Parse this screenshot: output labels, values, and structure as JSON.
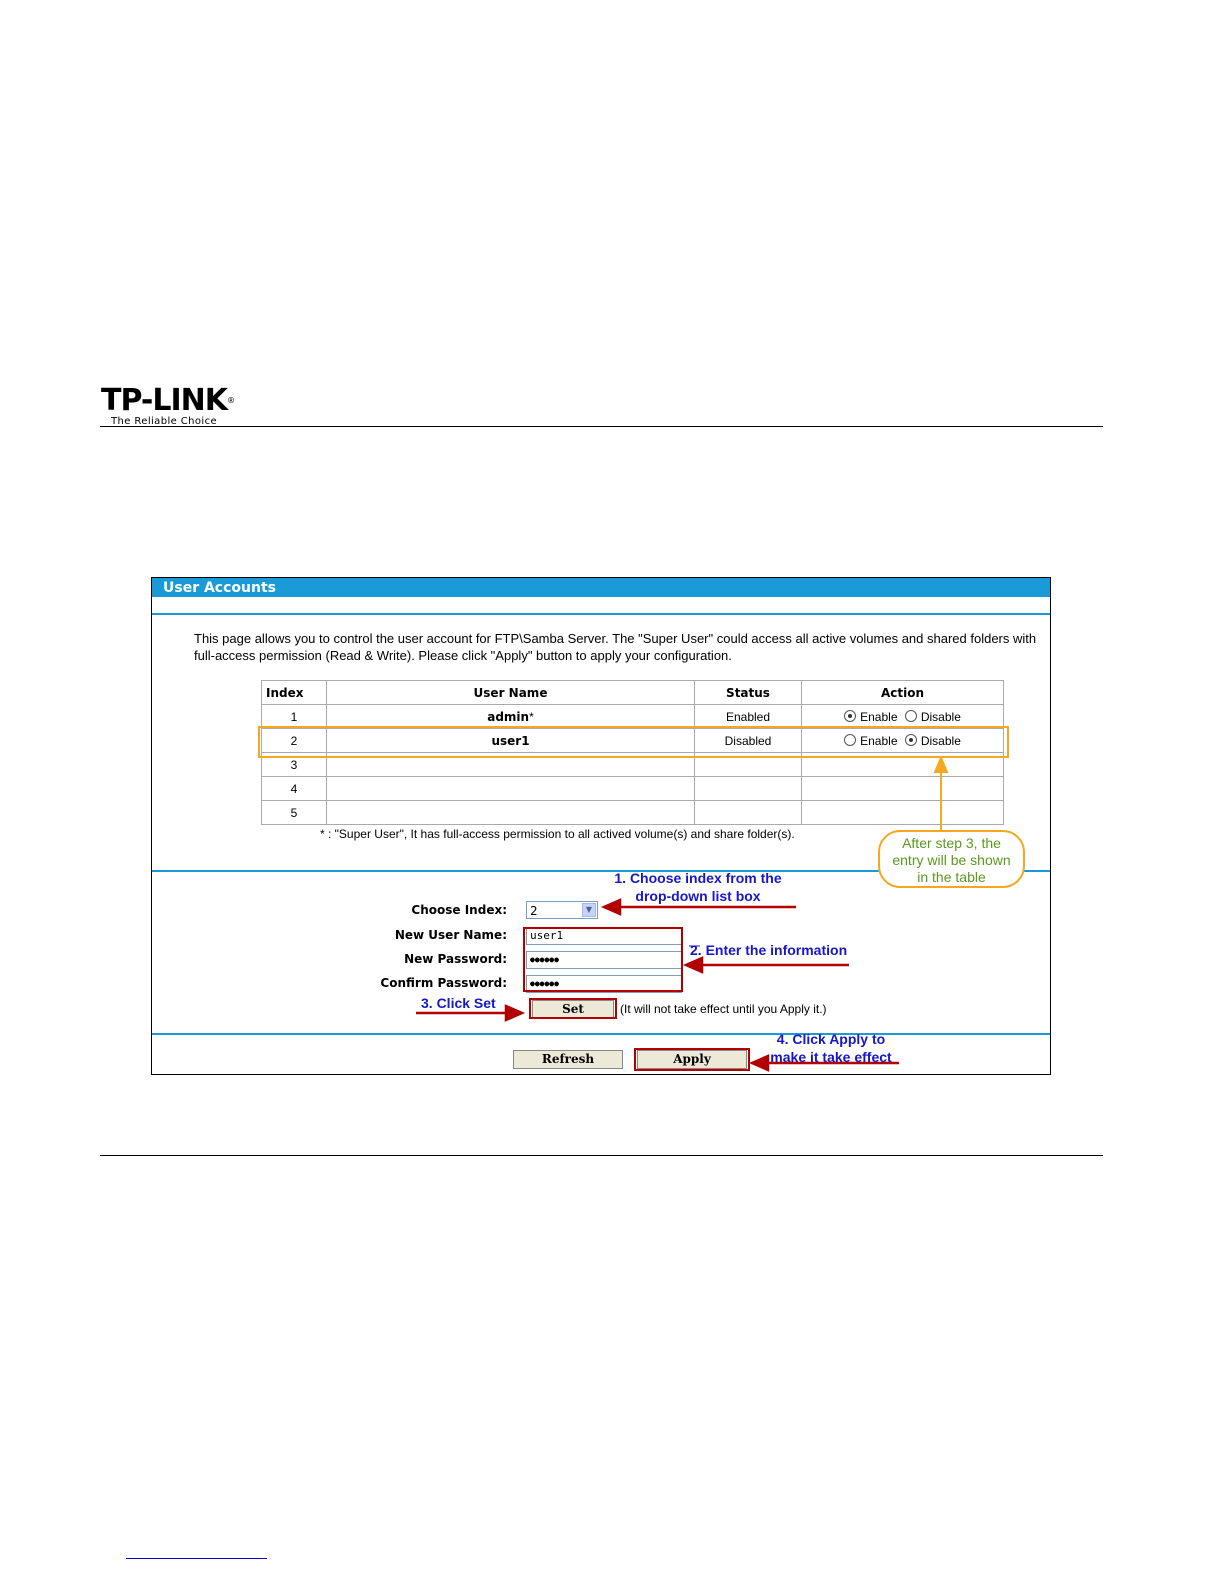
{
  "doc": {
    "logo_brand": "TP-LINK",
    "logo_registered": "®",
    "logo_tagline": "The Reliable Choice"
  },
  "panel": {
    "title": "User Accounts",
    "description": "This page allows you to control the user account for FTP\\Samba Server. The \"Super User\" could access all active volumes and shared folders with full-access permission (Read & Write). Please click \"Apply\" button to apply your configuration.",
    "table": {
      "headers": {
        "index": "Index",
        "user_name": "User Name",
        "status": "Status",
        "action": "Action"
      },
      "rows": [
        {
          "index": "1",
          "user_name": "admin",
          "super_mark": "*",
          "status": "Enabled",
          "enable_label": "Enable",
          "disable_label": "Disable",
          "selected": "enable"
        },
        {
          "index": "2",
          "user_name": "user1",
          "super_mark": "",
          "status": "Disabled",
          "enable_label": "Enable",
          "disable_label": "Disable",
          "selected": "disable"
        },
        {
          "index": "3",
          "user_name": "",
          "super_mark": "",
          "status": "",
          "enable_label": "",
          "disable_label": "",
          "selected": ""
        },
        {
          "index": "4",
          "user_name": "",
          "super_mark": "",
          "status": "",
          "enable_label": "",
          "disable_label": "",
          "selected": ""
        },
        {
          "index": "5",
          "user_name": "",
          "super_mark": "",
          "status": "",
          "enable_label": "",
          "disable_label": "",
          "selected": ""
        }
      ],
      "footnote": "* : \"Super User\", It has full-access permission to all actived volume(s) and share folder(s)."
    },
    "form": {
      "choose_index_label": "Choose Index:",
      "choose_index_value": "2",
      "new_user_name_label": "New User Name:",
      "new_user_name_value": "user1",
      "new_password_label": "New Password:",
      "new_password_value": "●●●●●●",
      "confirm_password_label": "Confirm Password:",
      "confirm_password_value": "●●●●●●",
      "set_button": "Set",
      "set_hint": "(It will not take effect until you Apply it.)"
    },
    "buttons": {
      "refresh": "Refresh",
      "apply": "Apply"
    }
  },
  "annotations": {
    "step1_line1": "1. Choose index from the",
    "step1_line2": "drop-down list box",
    "step2": "2. Enter the information",
    "step3": "3. Click Set",
    "step4_line1": "4. Click Apply to",
    "step4_line2": "make it take effect",
    "callout_line1": "After step 3, the",
    "callout_line2": "entry will be shown",
    "callout_line3": "in the table"
  },
  "colors": {
    "titlebar": "#1a9bd7",
    "annotation_blue": "#1717c8",
    "annotation_red": "#b20000",
    "annotation_orange": "#f4a81d",
    "annotation_green": "#5a9a1e"
  }
}
